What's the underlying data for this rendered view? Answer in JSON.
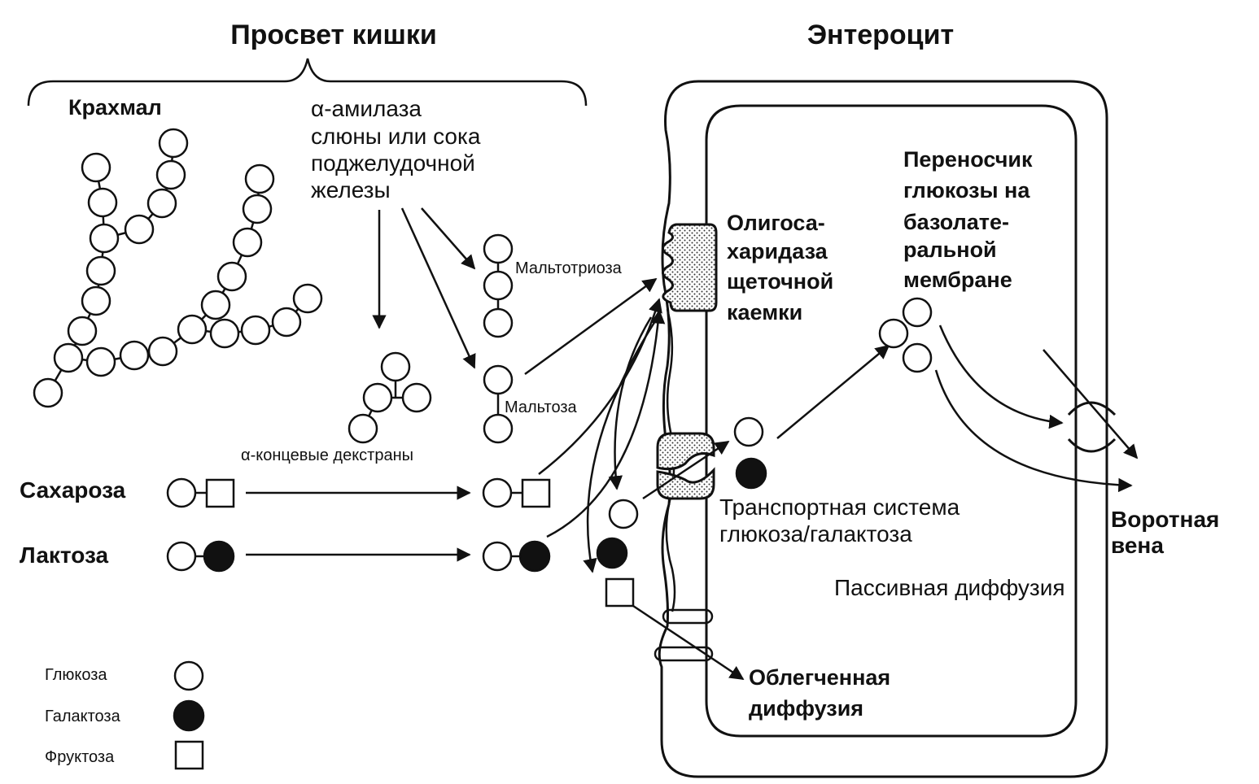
{
  "headings": {
    "lumen": "Просвет кишки",
    "enterocyte": "Энтероцит"
  },
  "labels": {
    "starch": "Крахмал",
    "amylase": [
      "α-амилаза",
      "слюны или сока",
      "поджелудочной",
      "железы"
    ],
    "maltotriose": "Мальтотриоза",
    "maltose": "Мальтоза",
    "dextrins": "α-концевые декстраны",
    "sucrose": "Сахароза",
    "lactose": "Лактоза",
    "oligosaccharidase": [
      "Олигоса-",
      "харидаза",
      "щеточной",
      "каемки"
    ],
    "carrier": [
      "Переносчик",
      "глюкозы на",
      "базолате-",
      "ральной",
      "мембране"
    ],
    "transport_system": [
      "Транспортная система",
      "глюкоза/галактоза"
    ],
    "portal_vein": [
      "Воротная",
      "вена"
    ],
    "passive_diffusion": "Пассивная диффузия",
    "facilitated_diffusion": [
      "Облегченная",
      "диффузия"
    ]
  },
  "legend": {
    "glucose": "Глюкоза",
    "galactose": "Галактоза",
    "fructose": "Фруктоза"
  }
}
